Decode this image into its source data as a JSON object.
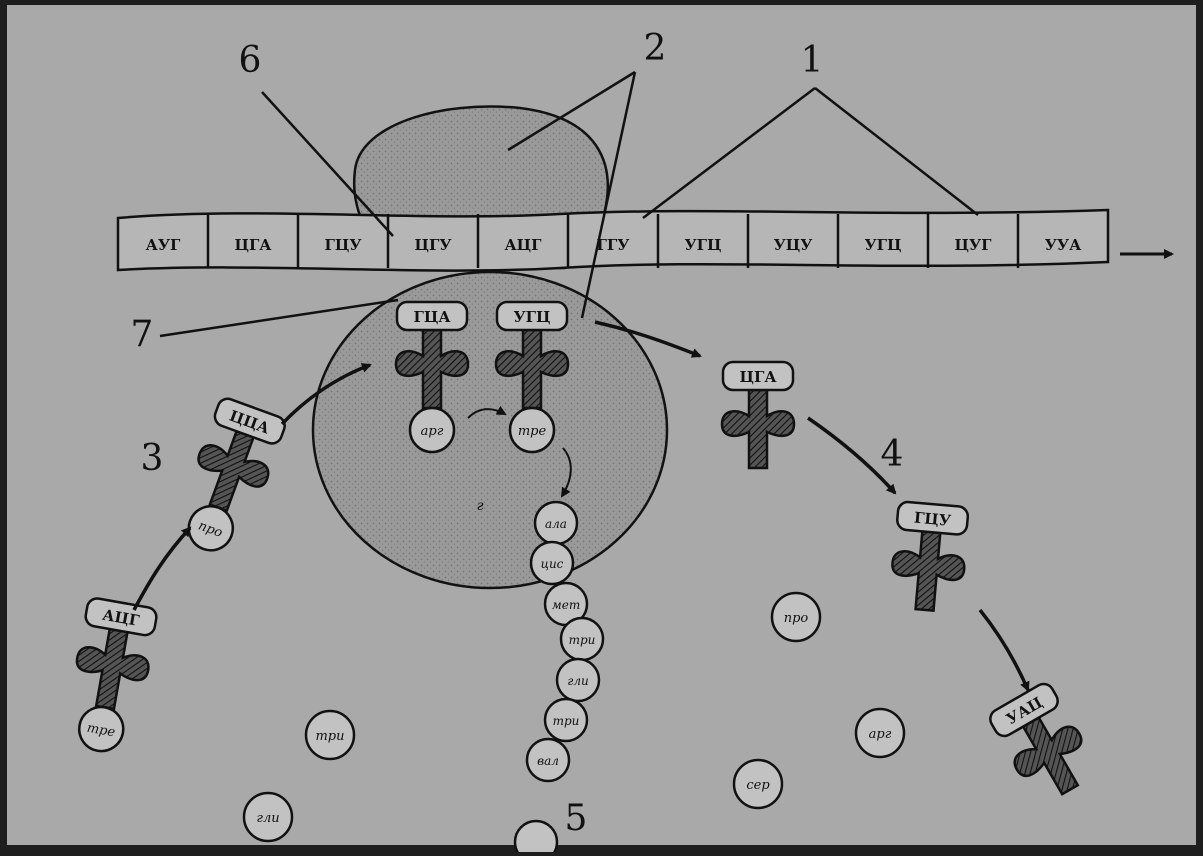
{
  "background_color": "#a9a9a9",
  "ink_color": "#111111",
  "mrna": {
    "codons": [
      "АУГ",
      "ЦГА",
      "ГЦУ",
      "ЦГУ",
      "АЦГ",
      "ГГУ",
      "УГЦ",
      "УЦУ",
      "УГЦ",
      "ЦУГ",
      "УУА"
    ]
  },
  "callouts": [
    "1",
    "2",
    "3",
    "4",
    "5",
    "6",
    "7"
  ],
  "trna_anticodons": {
    "site_left": "ГЦА",
    "site_right": "УГЦ",
    "incoming_3": "ЦЦА",
    "incoming_bottom": "АЦГ",
    "outgoing_1": "ЦГА",
    "outgoing_2": "ГЦУ",
    "outgoing_3": "УАЦ"
  },
  "amino_acids": {
    "site_left": "арг",
    "site_right": "тре",
    "incoming_3": "про",
    "incoming_bottom": "тре",
    "free": [
      "три",
      "гли",
      "про",
      "арг",
      "сер"
    ],
    "chain": [
      "ала",
      "цис",
      "мет",
      "три",
      "гли",
      "три",
      "вал"
    ]
  },
  "ribosome_mark": "г"
}
